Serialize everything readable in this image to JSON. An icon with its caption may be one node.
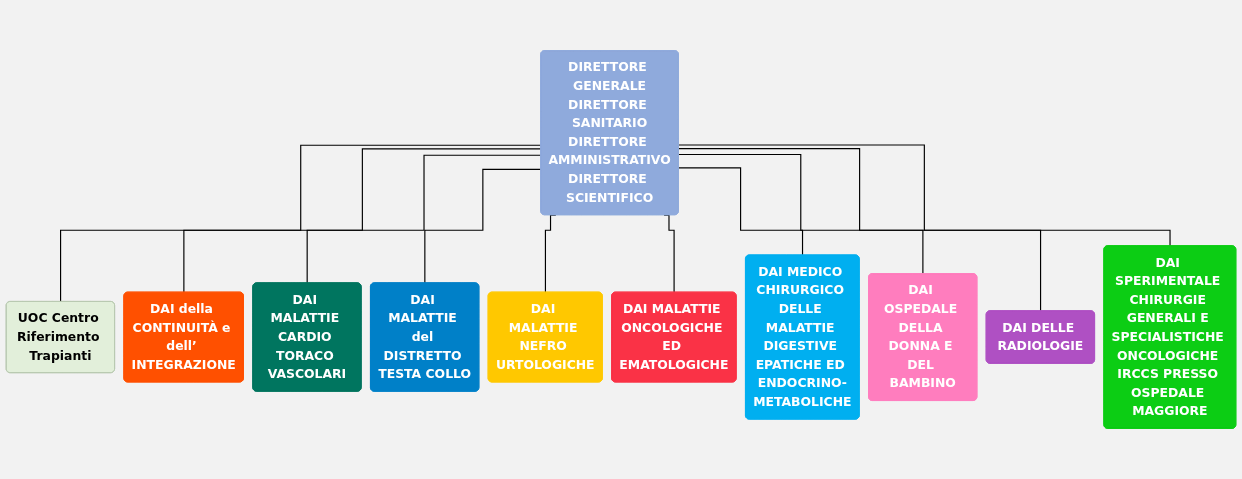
{
  "diagram": {
    "nodes": [
      {
        "text": [
          "DIRETTORE GENERALE",
          "DIRETTORE SANITARIO",
          "DIRETTORE AMMINISTRATIVO",
          "DIRETTORE SCIENTIFICO"
        ]
      },
      {
        "text": [
          "UOC Centro Riferimento Trapianti"
        ]
      },
      {
        "text": [
          "DAI della CONTINUITÀ e dell’ INTEGRAZIONE"
        ]
      },
      {
        "text": [
          "DAI MALATTIE CARDIO TORACO VASCOLARI"
        ]
      },
      {
        "text": [
          "DAI MALATTIE del DISTRETTO TESTA COLLO"
        ]
      },
      {
        "text": [
          "DAI MALATTIE NEFRO URTOLOGICHE"
        ]
      },
      {
        "text": [
          "DAI MALATTIE ONCOLOGICHE ED EMATOLOGICHE"
        ]
      },
      {
        "text": [
          "DAI MEDICO CHIRURGICO DELLE MALATTIE DIGESTIVE EPATICHE ED ENDOCRINO-METABOLICHE"
        ]
      },
      {
        "text": [
          "DAI OSPEDALE DELLA DONNA E DEL BAMBINO"
        ]
      },
      {
        "text": [
          "DAI DELLE RADIOLOGIE"
        ]
      },
      {
        "text": [
          "DAI SPERIMENTALE CHIRURGIE GENERALI E SPECIALISTICHE ONCOLOGICHE IRCCS PRESSO OSPEDALE MAGGIORE"
        ]
      }
    ],
    "edges": [
      {
        "from": 0,
        "to": 1,
        "arrow": "none"
      },
      {
        "from": 0,
        "to": 2,
        "arrow": "none"
      },
      {
        "from": 0,
        "to": 3,
        "arrow": "none"
      },
      {
        "from": 0,
        "to": 4,
        "arrow": "none"
      },
      {
        "from": 0,
        "to": 5,
        "arrow": "none"
      },
      {
        "from": 0,
        "to": 6,
        "arrow": "none"
      },
      {
        "from": 0,
        "to": 7,
        "arrow": "none"
      },
      {
        "from": 0,
        "to": 8,
        "arrow": "none"
      },
      {
        "from": 0,
        "to": 9,
        "arrow": "none"
      },
      {
        "from": 0,
        "to": 10,
        "arrow": "none"
      }
    ]
  }
}
